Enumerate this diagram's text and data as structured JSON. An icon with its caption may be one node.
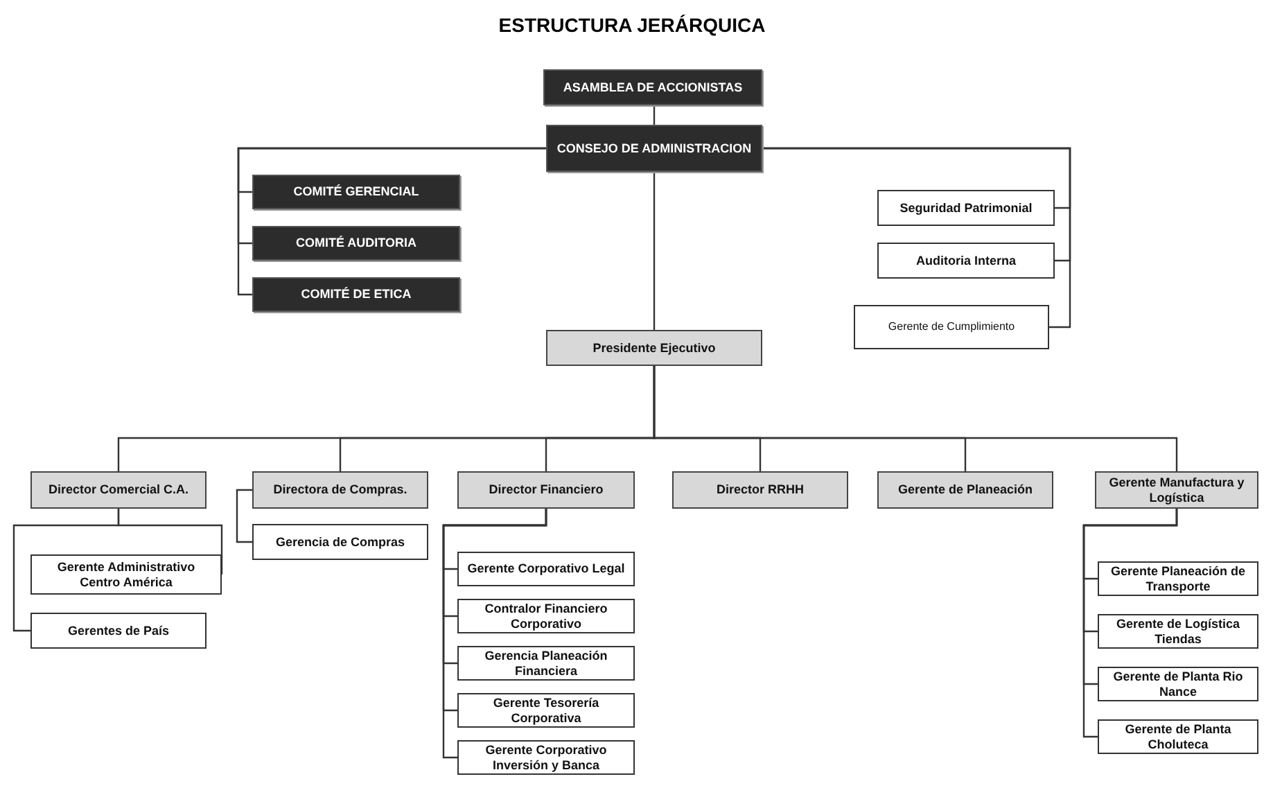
{
  "diagram": {
    "title": "ESTRUCTURA JERÁRQUICA",
    "nodes": [
      {
        "text": [
          "ASAMBLEA DE ACCIONISTAS"
        ]
      },
      {
        "text": [
          "CONSEJO DE ADMINISTRACION"
        ]
      },
      {
        "text": [
          "COMITÉ GERENCIAL"
        ]
      },
      {
        "text": [
          "COMITÉ AUDITORIA"
        ]
      },
      {
        "text": [
          "COMITÉ DE ETICA"
        ]
      },
      {
        "text": [
          "Seguridad Patrimonial"
        ]
      },
      {
        "text": [
          "Auditoria Interna"
        ]
      },
      {
        "text": [
          "Gerente de Cumplimiento"
        ]
      },
      {
        "text": [
          "Presidente Ejecutivo"
        ]
      },
      {
        "text": [
          "Director Comercial C.A."
        ]
      },
      {
        "text": [
          "Directora de Compras."
        ]
      },
      {
        "text": [
          "Director Financiero"
        ]
      },
      {
        "text": [
          "Director RRHH"
        ]
      },
      {
        "text": [
          "Gerente de Planeación"
        ]
      },
      {
        "text": [
          "Gerente Manufactura y Logística"
        ]
      },
      {
        "text": [
          "Gerente Administrativo Centro América"
        ]
      },
      {
        "text": [
          "Gerentes de País"
        ]
      },
      {
        "text": [
          "Gerencia de Compras"
        ]
      },
      {
        "text": [
          "Gerente Corporativo Legal"
        ]
      },
      {
        "text": [
          "Contralor Financiero Corporativo"
        ]
      },
      {
        "text": [
          "Gerencia Planeación Financiera"
        ]
      },
      {
        "text": [
          "Gerente Tesorería Corporativa"
        ]
      },
      {
        "text": [
          "Gerente Corporativo Inversión y Banca"
        ]
      },
      {
        "text": [
          "Gerente Planeación de Transporte"
        ]
      },
      {
        "text": [
          "Gerente de Logística Tiendas"
        ]
      },
      {
        "text": [
          "Gerente de Planta Rio Nance"
        ]
      },
      {
        "text": [
          "Gerente de Planta Choluteca"
        ]
      }
    ],
    "edges": [
      {
        "from": 0,
        "to": 1,
        "arrow": "none"
      },
      {
        "from": 1,
        "to": 2,
        "arrow": "none"
      },
      {
        "from": 1,
        "to": 3,
        "arrow": "none"
      },
      {
        "from": 1,
        "to": 4,
        "arrow": "none"
      },
      {
        "from": 1,
        "to": 5,
        "arrow": "none"
      },
      {
        "from": 1,
        "to": 6,
        "arrow": "none"
      },
      {
        "from": 1,
        "to": 7,
        "arrow": "none"
      },
      {
        "from": 1,
        "to": 8,
        "arrow": "none"
      },
      {
        "from": 8,
        "to": 9,
        "arrow": "none"
      },
      {
        "from": 8,
        "to": 10,
        "arrow": "none"
      },
      {
        "from": 8,
        "to": 11,
        "arrow": "none"
      },
      {
        "from": 8,
        "to": 12,
        "arrow": "none"
      },
      {
        "from": 8,
        "to": 13,
        "arrow": "none"
      },
      {
        "from": 8,
        "to": 14,
        "arrow": "none"
      },
      {
        "from": 9,
        "to": 15,
        "arrow": "none"
      },
      {
        "from": 9,
        "to": 16,
        "arrow": "none"
      },
      {
        "from": 10,
        "to": 17,
        "arrow": "none"
      },
      {
        "from": 11,
        "to": 18,
        "arrow": "none"
      },
      {
        "from": 11,
        "to": 19,
        "arrow": "none"
      },
      {
        "from": 11,
        "to": 20,
        "arrow": "none"
      },
      {
        "from": 11,
        "to": 21,
        "arrow": "none"
      },
      {
        "from": 11,
        "to": 22,
        "arrow": "none"
      },
      {
        "from": 14,
        "to": 23,
        "arrow": "none"
      },
      {
        "from": 14,
        "to": 24,
        "arrow": "none"
      },
      {
        "from": 14,
        "to": 25,
        "arrow": "none"
      },
      {
        "from": 14,
        "to": 26,
        "arrow": "none"
      }
    ]
  }
}
